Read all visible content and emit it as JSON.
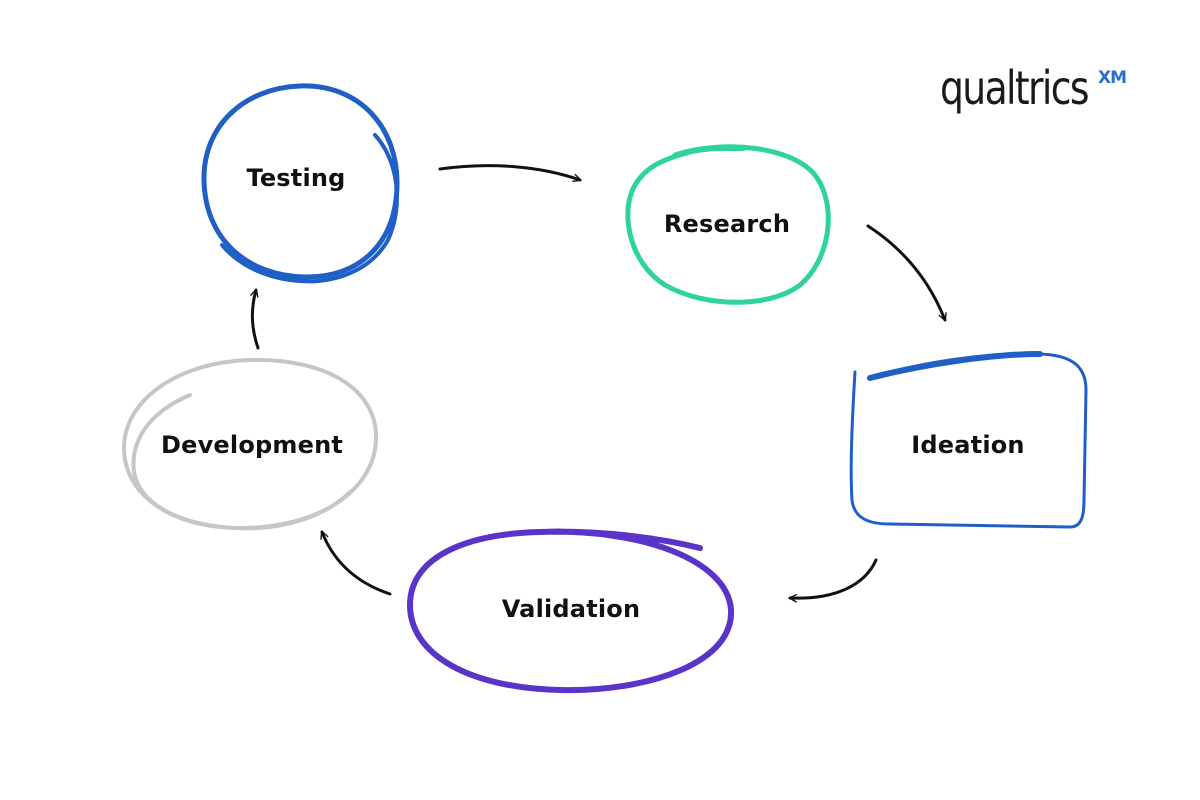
{
  "logo": {
    "brand": "qualtrics",
    "suffix": "XM",
    "suffix_color": "#2a6fc9"
  },
  "nodes": {
    "testing": {
      "label": "Testing",
      "color": "#1f5fc6"
    },
    "research": {
      "label": "Research",
      "color": "#2fd3a0"
    },
    "ideation": {
      "label": "Ideation",
      "color": "#1f5fc6"
    },
    "validation": {
      "label": "Validation",
      "color": "#5a34c9"
    },
    "development": {
      "label": "Development",
      "color": "#c4c6c8"
    }
  },
  "arrow_color": "#111111",
  "flow": [
    [
      "Testing",
      "Research"
    ],
    [
      "Research",
      "Ideation"
    ],
    [
      "Ideation",
      "Validation"
    ],
    [
      "Validation",
      "Development"
    ],
    [
      "Development",
      "Testing"
    ]
  ]
}
